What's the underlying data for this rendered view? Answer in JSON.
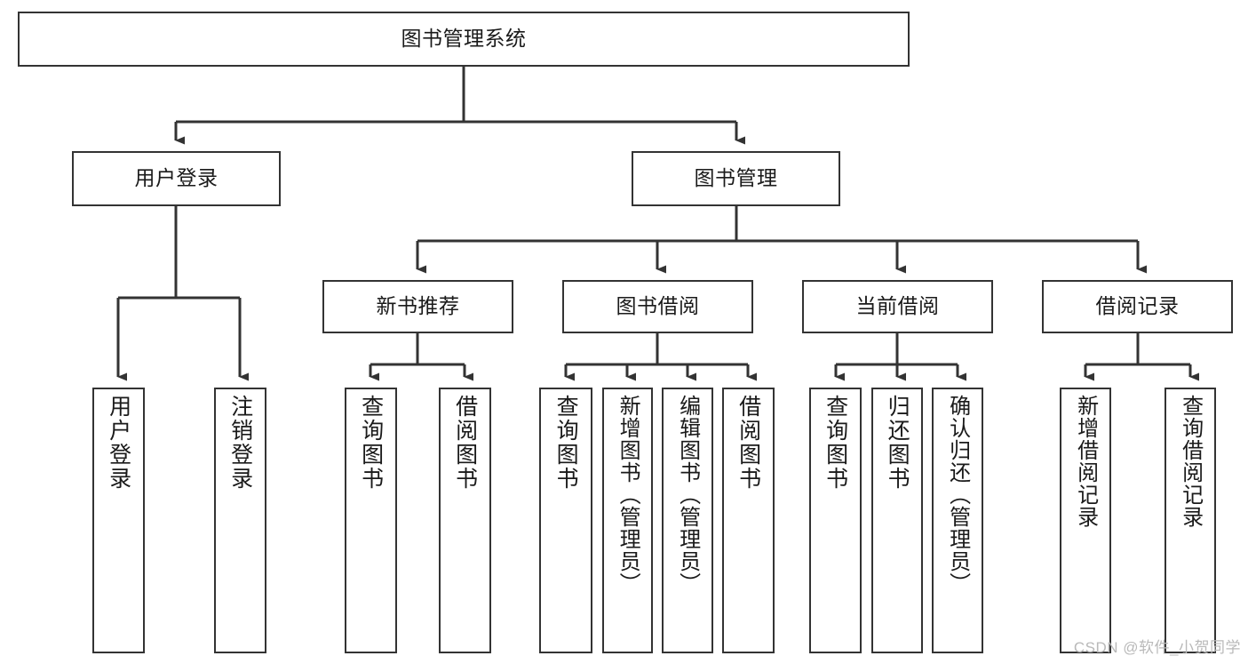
{
  "diagram": {
    "title": "图书管理系统",
    "type": "tree-hierarchy",
    "watermark": "CSDN @软件_小贺同学",
    "colors": {
      "box_border": "#333333",
      "box_fill": "#ffffff",
      "edge": "#333333",
      "text": "#1a1a1a",
      "watermark": "#b9b9b9",
      "background": "#ffffff"
    },
    "root": {
      "id": "root",
      "label": "图书管理系统"
    },
    "level2": [
      {
        "id": "user-login",
        "label": "用户登录"
      },
      {
        "id": "book-management",
        "label": "图书管理"
      }
    ],
    "level3": [
      {
        "id": "new-book-recommend",
        "label": "新书推荐",
        "parent": "book-management"
      },
      {
        "id": "book-borrow",
        "label": "图书借阅",
        "parent": "book-management"
      },
      {
        "id": "current-borrow",
        "label": "当前借阅",
        "parent": "book-management"
      },
      {
        "id": "borrow-record",
        "label": "借阅记录",
        "parent": "book-management"
      }
    ],
    "leaves": {
      "user-login": [
        {
          "id": "leaf-user-login",
          "label": "用户登录"
        },
        {
          "id": "leaf-user-logout",
          "label": "注销登录"
        }
      ],
      "new-book-recommend": [
        {
          "id": "leaf-query-book-1",
          "label": "查询图书"
        },
        {
          "id": "leaf-borrow-book-1",
          "label": "借阅图书"
        }
      ],
      "book-borrow": [
        {
          "id": "leaf-query-book-2",
          "label": "查询图书"
        },
        {
          "id": "leaf-add-book",
          "label": "新增图书（管理员）"
        },
        {
          "id": "leaf-edit-book",
          "label": "编辑图书（管理员）"
        },
        {
          "id": "leaf-borrow-book-2",
          "label": "借阅图书"
        }
      ],
      "current-borrow": [
        {
          "id": "leaf-query-book-3",
          "label": "查询图书"
        },
        {
          "id": "leaf-return-book",
          "label": "归还图书"
        },
        {
          "id": "leaf-confirm-return",
          "label": "确认归还（管理员）"
        }
      ],
      "borrow-record": [
        {
          "id": "leaf-add-record",
          "label": "新增借阅记录"
        },
        {
          "id": "leaf-query-record",
          "label": "查询借阅记录"
        }
      ]
    }
  }
}
